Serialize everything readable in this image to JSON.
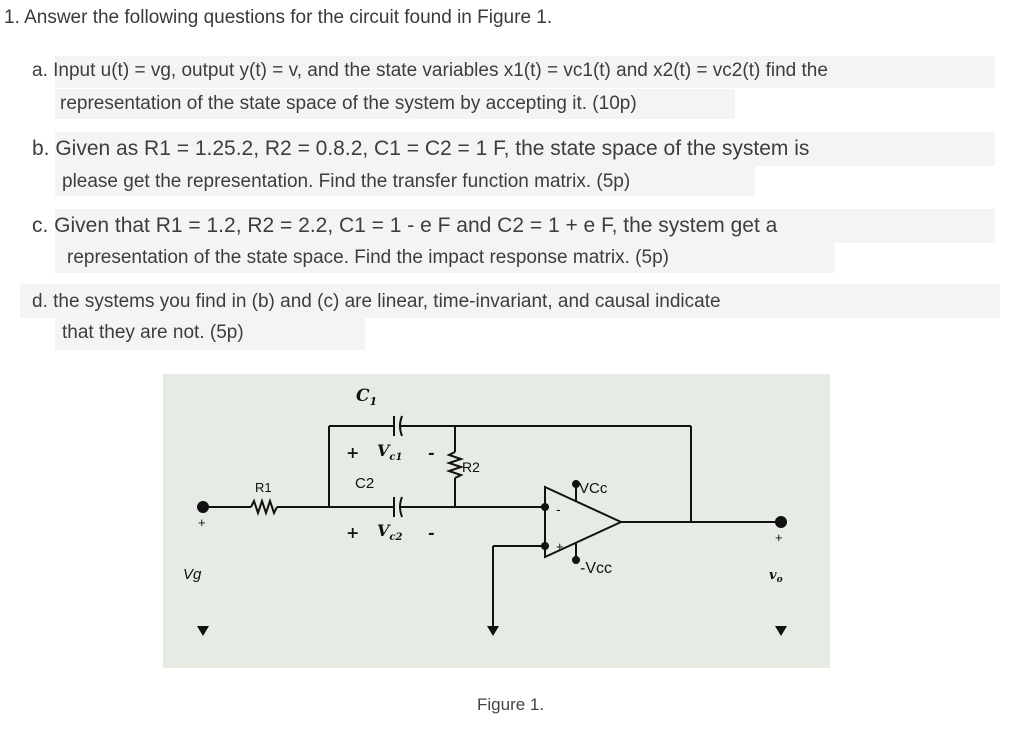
{
  "question": {
    "title": "1. Answer the following questions for the circuit found in Figure 1.",
    "parts": [
      {
        "line1": "a. Input u(t) = vg, output y(t) = v, and the state variables x1(t) = vc1(t) and x2(t) = vc2(t) find the",
        "line2": "representation of the state space of the system by accepting it. (10p)"
      },
      {
        "line1": "b. Given as R1 = 1.25.2, R2 = 0.8.2, C1 = C2 = 1 F, the state space of the system is",
        "line2": "please get the representation. Find the transfer function matrix. (5p)"
      },
      {
        "line1": "c. Given that R1 = 1.2, R2 = 2.2, C1 = 1 - e F and C2 = 1 + e F, the system get a",
        "line2": "representation of the state space. Find the impact response matrix. (5p)"
      },
      {
        "line1": "d. the systems you find in (b) and (c) are linear, time-invariant, and causal indicate",
        "line2": "that they are not. (5p)"
      }
    ]
  },
  "figure": {
    "labels": {
      "c1": "C",
      "c1_sub": "1",
      "vc1": "V",
      "vc1_sub": "c1",
      "vc2": "V",
      "vc2_sub": "c2",
      "c2": "C2",
      "r1": "R1",
      "r2": "R2",
      "vcc_pos": "VCc",
      "vcc_neg": "-Vcc",
      "vg": "Vg",
      "vo": "v",
      "vo_sub": "o",
      "plus": "+",
      "minus": "-"
    },
    "caption": "Figure 1."
  }
}
